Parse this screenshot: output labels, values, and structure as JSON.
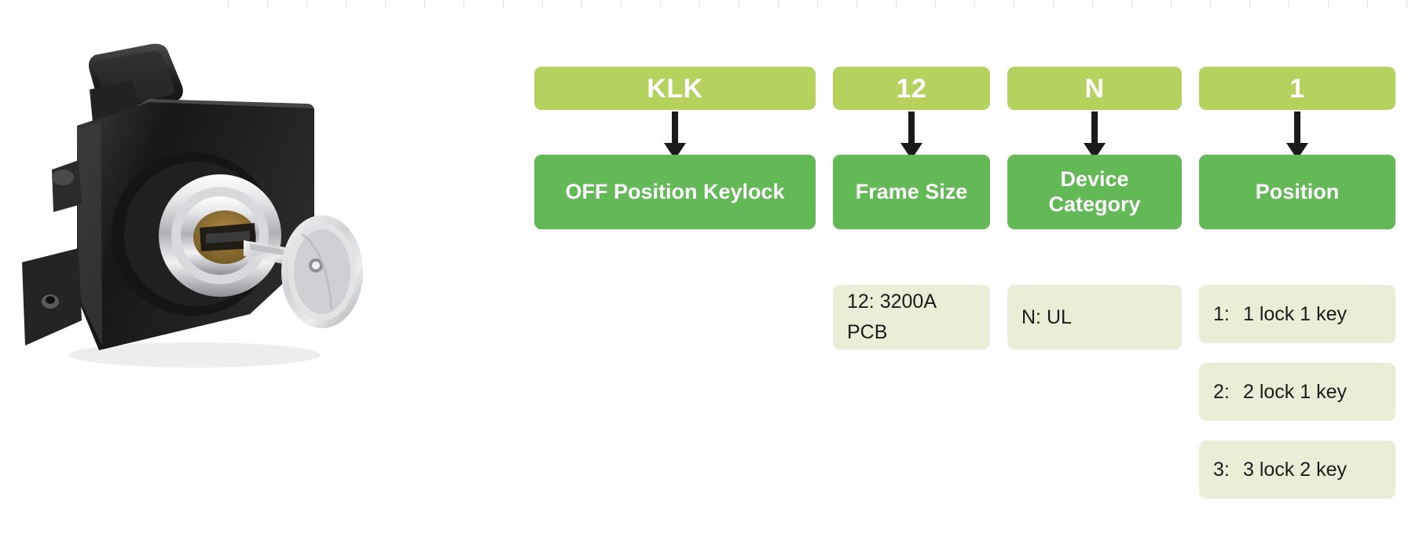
{
  "product_image": {
    "alt": "OFF position keylock module, black housing with chrome key cylinder and inserted silver key",
    "icon": "keylock-photo"
  },
  "part_number": "KLK12N1",
  "colors": {
    "code_chip": "#b5d25f",
    "category_box": "#62b956",
    "option_box": "#e9efd6",
    "arrow": "#1a1a1a",
    "chip_text": "#ffffff",
    "option_text": "#1c1c1c",
    "background": "#ffffff"
  },
  "columns": [
    {
      "code": "KLK",
      "category": "OFF Position\nKeylock",
      "options": []
    },
    {
      "code": "12",
      "category": "Frame Size",
      "options": [
        {
          "key": "12:",
          "label": "3200A\nPCB",
          "inline": true,
          "text": "12: 3200A\nPCB"
        }
      ]
    },
    {
      "code": "N",
      "category": "Device\nCategory",
      "options": [
        {
          "key": "N:",
          "label": "UL",
          "inline": true,
          "text": "N: UL"
        }
      ]
    },
    {
      "code": "1",
      "category": "Position",
      "options": [
        {
          "key": "1:",
          "label": "1 lock 1 key",
          "inline": false,
          "text": "1 lock 1 key"
        },
        {
          "key": "2:",
          "label": "2 lock 1 key",
          "inline": false,
          "text": "2 lock 1 key"
        },
        {
          "key": "3:",
          "label": "3 lock 2 key",
          "inline": false,
          "text": "3 lock 2 key"
        }
      ]
    }
  ]
}
